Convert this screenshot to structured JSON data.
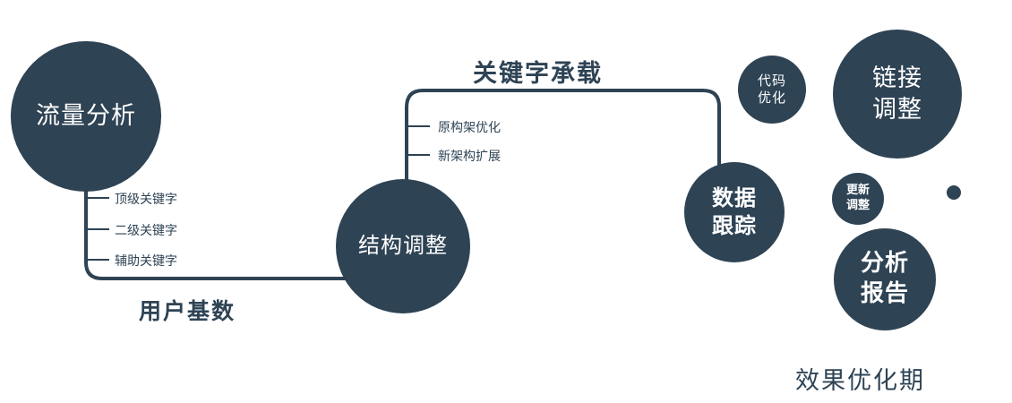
{
  "colors": {
    "accent": "#2e4354",
    "node_text": "#ffffff"
  },
  "nodes": {
    "traffic_analysis": {
      "label": "流量分析"
    },
    "structure_adjust": {
      "label": "结构调整"
    },
    "data_tracking": {
      "line1": "数据",
      "line2": "跟踪"
    },
    "code_optimization": {
      "line1": "代码",
      "line2": "优化"
    },
    "link_adjustment": {
      "line1": "链接",
      "line2": "调整"
    },
    "update_adjustment": {
      "line1": "更新",
      "line2": "调整"
    },
    "analysis_report": {
      "line1": "分析",
      "line2": "报告"
    }
  },
  "edge_labels": {
    "user_base": "用户基数",
    "keyword_carrying": "关键字承载"
  },
  "branches": {
    "traffic": [
      "顶级关键字",
      "二级关键字",
      "辅助关键字"
    ],
    "structure": [
      "原构架优化",
      "新架构扩展"
    ]
  },
  "caption": "效果优化期"
}
